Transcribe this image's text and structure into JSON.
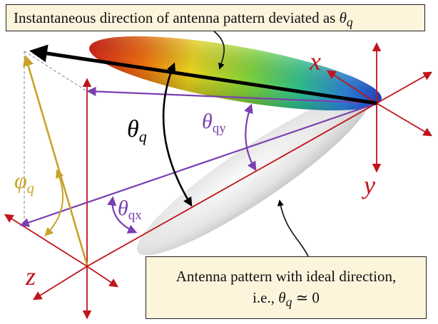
{
  "callouts": {
    "top": {
      "text": "Instantaneous direction of antenna pattern deviated as ",
      "symbol": "θ",
      "sub": "q"
    },
    "bottom": {
      "line1": "Antenna pattern with ideal direction,",
      "line2_prefix": "i.e., ",
      "symbol": "θ",
      "sub": "q",
      "relation": " ≃ 0"
    }
  },
  "axes": {
    "x_label": "x",
    "y_label": "y",
    "z_label": "z"
  },
  "angles": {
    "theta_q": {
      "symbol": "θ",
      "sub": "q"
    },
    "theta_qy": {
      "symbol": "θ",
      "sub": "qy"
    },
    "theta_qx": {
      "symbol": "θ",
      "sub": "qx"
    },
    "phi_q": {
      "symbol": "φ",
      "sub": "q"
    }
  },
  "colors": {
    "axis_red": "#c0141c",
    "purple": "#7a3fb0",
    "gold": "#c9a227",
    "black": "#000000",
    "callout_fill": "#fdf4dc"
  }
}
